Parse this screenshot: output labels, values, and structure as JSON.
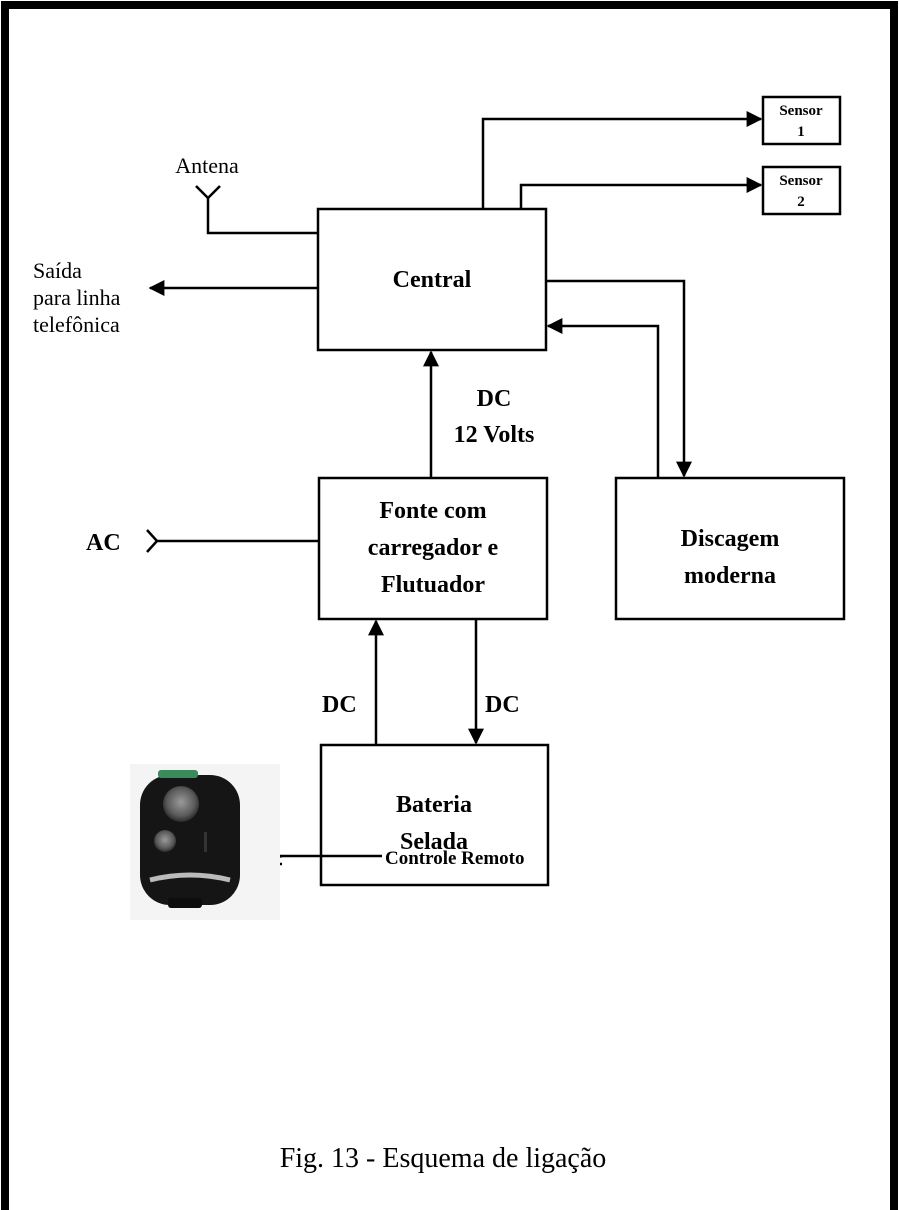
{
  "diagram": {
    "blocks": {
      "central": {
        "label": "Central"
      },
      "fonte": {
        "lines": [
          "Fonte com",
          "carregador e",
          "Flutuador"
        ]
      },
      "discagem": {
        "lines": [
          "Discagem",
          "moderna"
        ]
      },
      "bateria": {
        "lines": [
          "Bateria",
          "Selada"
        ]
      },
      "sensor1": {
        "lines": [
          "Sensor",
          "1"
        ]
      },
      "sensor2": {
        "lines": [
          "Sensor",
          "2"
        ]
      }
    },
    "labels": {
      "antena": "Antena",
      "saida": [
        "Saída",
        "para linha",
        "telefônica"
      ],
      "dc_12v": [
        "DC",
        "12 Volts"
      ],
      "ac": "AC",
      "dc_left": "DC",
      "dc_right": "DC",
      "controle_remoto": "Controle Remoto"
    },
    "caption": "Fig. 13 - Esquema de ligação"
  }
}
